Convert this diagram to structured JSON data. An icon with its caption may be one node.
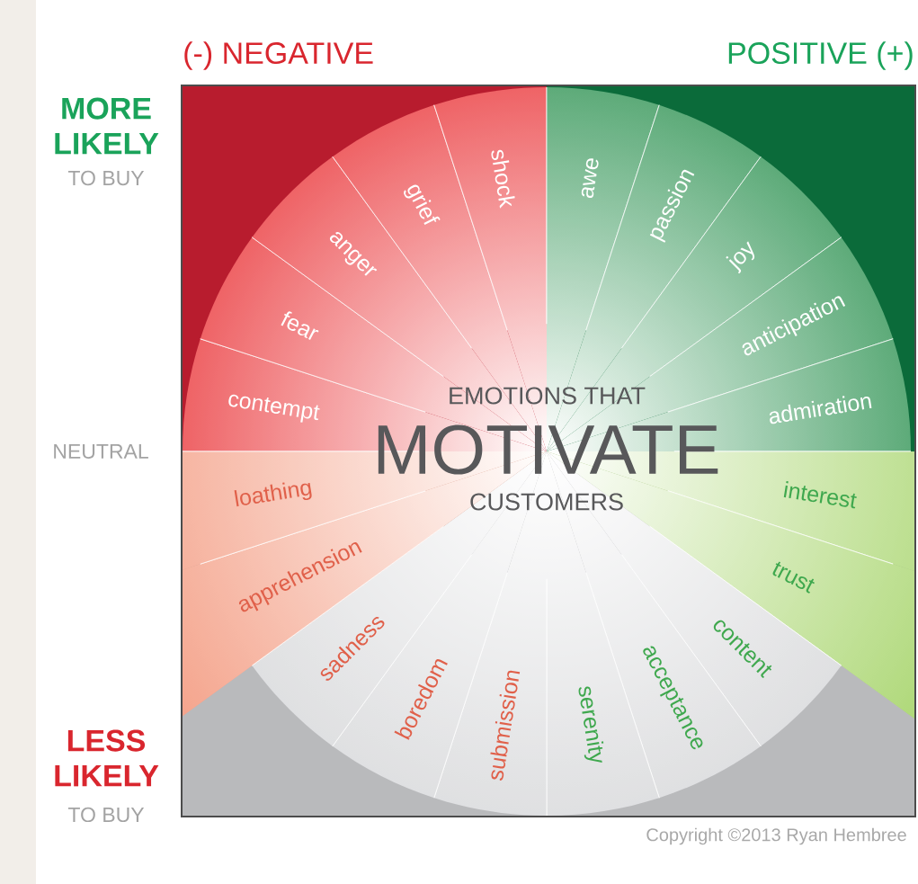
{
  "diagram": {
    "nodes": [
      {
        "text": [
          "contempt"
        ]
      },
      {
        "text": [
          "fear"
        ]
      },
      {
        "text": [
          "anger"
        ]
      },
      {
        "text": [
          "grief"
        ]
      },
      {
        "text": [
          "shock"
        ]
      },
      {
        "text": [
          "awe"
        ]
      },
      {
        "text": [
          "passion"
        ]
      },
      {
        "text": [
          "joy"
        ]
      },
      {
        "text": [
          "anticipation"
        ]
      },
      {
        "text": [
          "admiration"
        ]
      },
      {
        "text": [
          "interest"
        ]
      },
      {
        "text": [
          "trust"
        ]
      },
      {
        "text": [
          "content"
        ]
      },
      {
        "text": [
          "acceptance"
        ]
      },
      {
        "text": [
          "serenity"
        ]
      },
      {
        "text": [
          "submission"
        ]
      },
      {
        "text": [
          "boredom"
        ]
      },
      {
        "text": [
          "sadness"
        ]
      },
      {
        "text": [
          "apprehension"
        ]
      },
      {
        "text": [
          "loathing"
        ]
      }
    ],
    "labels": [
      "(-) NEGATIVE",
      "POSITIVE (+)",
      "MORE LIKELY",
      "TO BUY",
      "EMOTIONS THAT",
      "MOTIVATE",
      "CUSTOMERS",
      "NEUTRAL",
      "LESS LIKELY",
      "TO BUY",
      "Copyright ©2013 Ryan Hembree"
    ]
  }
}
